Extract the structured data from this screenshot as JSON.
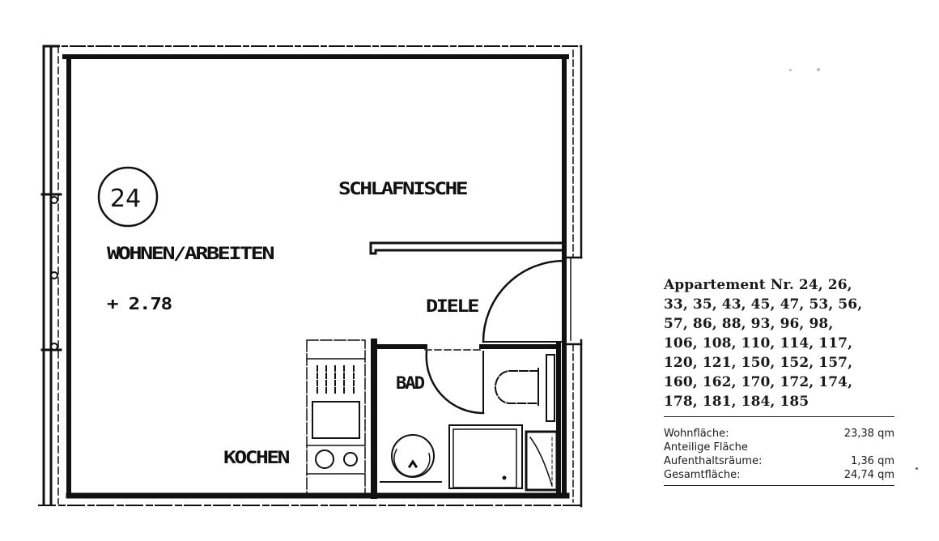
{
  "floor_plan": {
    "unit_number": "24",
    "rooms": {
      "living": "WOHNEN/ARBEITEN",
      "sleeping": "SCHLAFNISCHE",
      "hall": "DIELE",
      "bath": "BAD",
      "kitchen": "KOCHEN"
    },
    "floor_level": "+ 2.78"
  },
  "info": {
    "title": "Appartement Nr. 24, 26, 33, 35, 43, 45, 47, 53, 56, 57, 86, 88, 93, 96, 98, 106, 108, 110, 114, 117, 120, 121, 150, 152, 157, 160, 162, 170, 172, 174, 178, 181, 184, 185",
    "title_lines": [
      "Appartement Nr. 24, 26,",
      "33, 35, 43, 45, 47, 53, 56,",
      "57, 86, 88, 93, 96, 98,",
      "106, 108, 110, 114, 117,",
      "120, 121, 150, 152, 157,",
      "160, 162, 170, 172, 174,",
      "178, 181, 184, 185"
    ],
    "areas": [
      {
        "label": "Wohnfläche:",
        "value": "23,38 qm"
      },
      {
        "label": "Anteilige Fläche",
        "value": ""
      },
      {
        "label": "Aufenthaltsräume:",
        "value": "1,36 qm"
      },
      {
        "label": "Gesamtfläche:",
        "value": "24,74 qm"
      }
    ]
  }
}
